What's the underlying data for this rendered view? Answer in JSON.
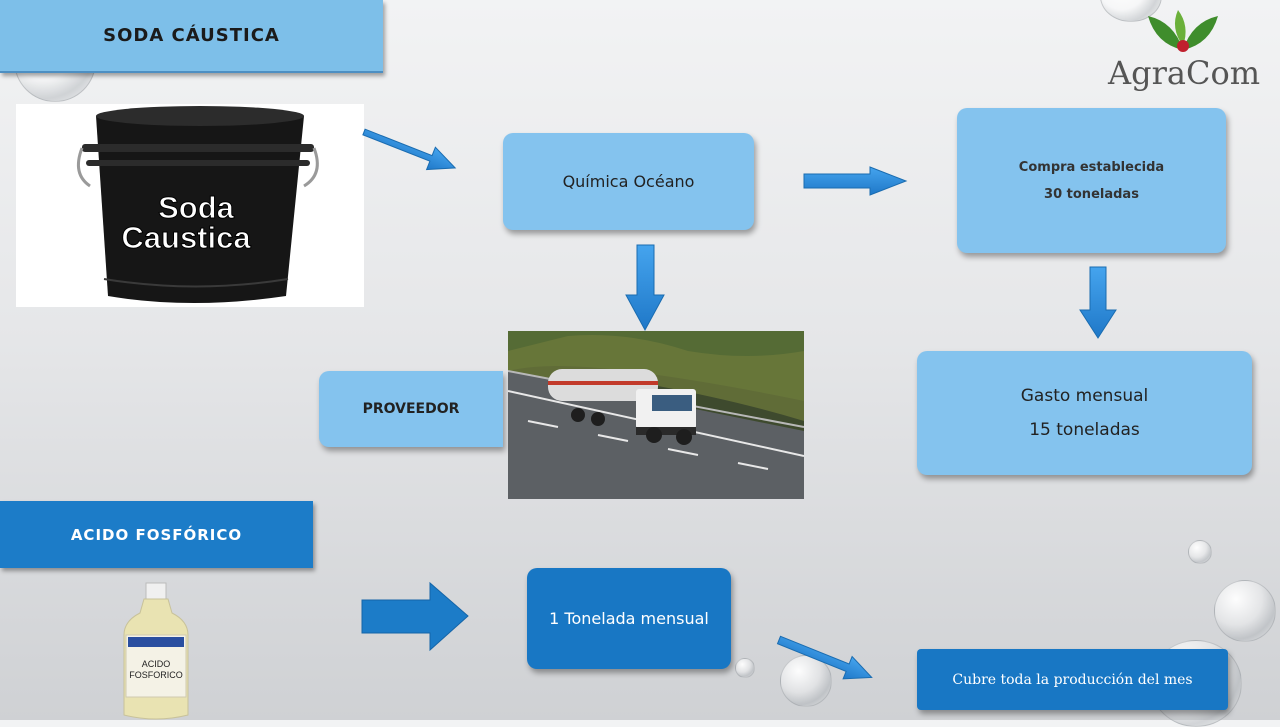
{
  "soda": {
    "header": "SODA CÁUSTICA",
    "image_text_line1": "Soda",
    "image_text_line2": "Caustica"
  },
  "logo": {
    "text": "AgraCom"
  },
  "flow": {
    "quimica_oceano": "Química Océano",
    "compra_line1": "Compra establecida",
    "compra_line2": "30 toneladas",
    "gasto_line1": "Gasto mensual",
    "gasto_line2": "15 toneladas",
    "proveedor": "PROVEEDOR"
  },
  "acido": {
    "header": "ACIDO FOSFÓRICO",
    "bottle_label_line1": "ACIDO",
    "bottle_label_line2": "FOSFORICO",
    "tonelada": "1 Tonelada mensual",
    "cubre": "Cubre toda la producción del mes"
  },
  "colors": {
    "light_blue": "#84c3ee",
    "dark_blue": "#1877c4",
    "arrow_blue": "#2e8fe0"
  }
}
